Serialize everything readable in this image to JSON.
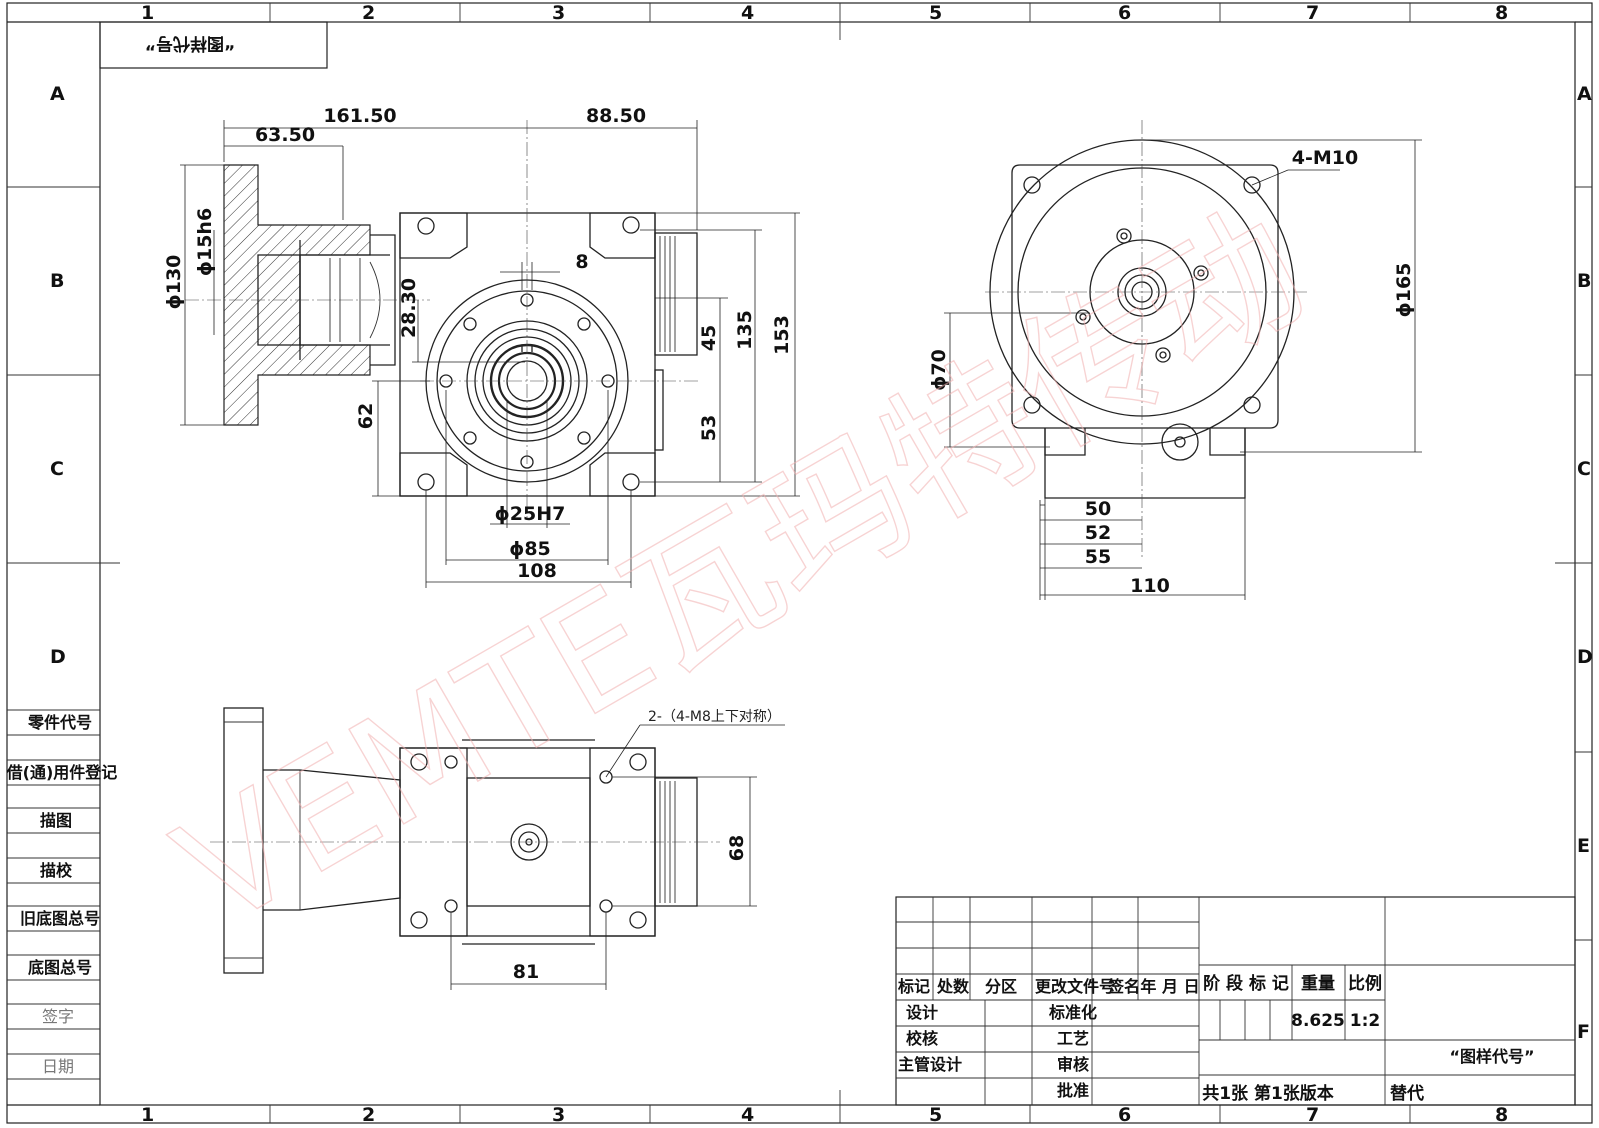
{
  "sheet": {
    "columns": [
      "1",
      "2",
      "3",
      "4",
      "5",
      "6",
      "7",
      "8"
    ],
    "rows": [
      "A",
      "B",
      "C",
      "D",
      "E",
      "F"
    ],
    "corner_code": "“图样代号”",
    "watermark": "VEMTE瓦玛特传动"
  },
  "side_panel": {
    "labels": [
      "零件代号",
      "借(通)用件登记",
      "描图",
      "描校",
      "旧底图总号",
      "底图总号",
      "签字",
      "日期"
    ]
  },
  "front_view": {
    "dims": {
      "d161_50": "161.50",
      "d88_50": "88.50",
      "d63_50": "63.50",
      "d130": "ϕ130",
      "d15h6": "ϕ15h6",
      "d8": "8",
      "d28_30": "28.30",
      "d45": "45",
      "d135": "135",
      "d153": "153",
      "d62": "62",
      "d53": "53",
      "d25H7": "ϕ25H7",
      "d85": "ϕ85",
      "d108": "108"
    }
  },
  "end_view": {
    "dims": {
      "m10": "4-M10",
      "d165": "ϕ165",
      "d70": "ϕ70",
      "d50": "50",
      "d52": "52",
      "d55": "55",
      "d110": "110"
    }
  },
  "top_view": {
    "note": "2-（4-M8上下对称）",
    "dims": {
      "d68": "68",
      "d81": "81"
    }
  },
  "title_block": {
    "headers": [
      "标记",
      "处数",
      "分区",
      "更改文件号",
      "签名",
      "年 月 日"
    ],
    "roles_left": [
      "设计",
      "校核",
      "主管设计"
    ],
    "roles_right": [
      "标准化",
      "工艺",
      "审核",
      "批准"
    ],
    "stage_labels": [
      "阶 段 标 记",
      "重量",
      "比例"
    ],
    "weight": "8.625",
    "scale": "1:2",
    "drawing_code": "“图样代号”",
    "sheets": "共1张 第1张版本",
    "replace": "替代"
  }
}
